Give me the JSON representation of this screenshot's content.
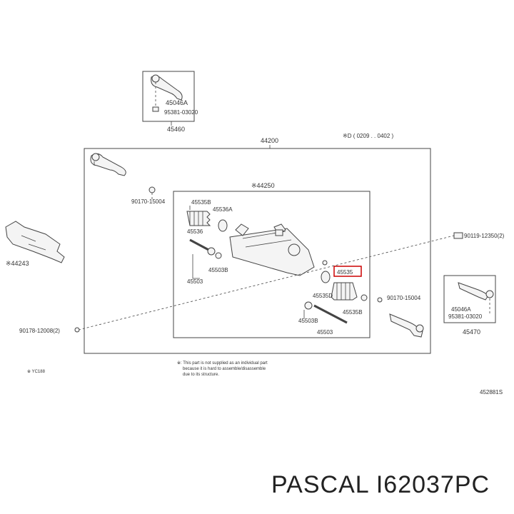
{
  "diagram": {
    "top_box_part": "45460",
    "top_box_ref_a": "45046A",
    "top_box_ref_b": "95381-03020",
    "main_assembly": "44200",
    "main_note": "※D  ( 0209 . . 0402 )",
    "sub_assembly": "※44250",
    "left_part": "※44243",
    "bolt_left_top": "90170-15004",
    "bolt_left_bottom": "90178-12008(2)",
    "bolt_right_top": "90119-12350(2)",
    "bolt_right_mid": "90170-15004",
    "p45535B_top": "45535B",
    "p45536A": "45536A",
    "p45536": "45536",
    "p45503B_top": "45503B",
    "p45503_top": "45503",
    "p45535_highlight": "45535",
    "p45535D": "45535D",
    "p45535B_bottom": "45535B",
    "p45503B_bottom": "45503B",
    "p45503_bottom": "45503",
    "right_box_part": "45470",
    "right_box_ref_a": "45046A",
    "right_box_ref_b": "95381-03020",
    "footnote_line1": "※: This part is not supplied as an individual part",
    "footnote_line2": "because it is hard to assemble/disassemble",
    "footnote_line3": "due to its structure.",
    "small_code": "※ YC188",
    "diagram_number": "452881S",
    "highlight_color": "#cc0000"
  },
  "brand_label": "PASCAL I62037PC"
}
